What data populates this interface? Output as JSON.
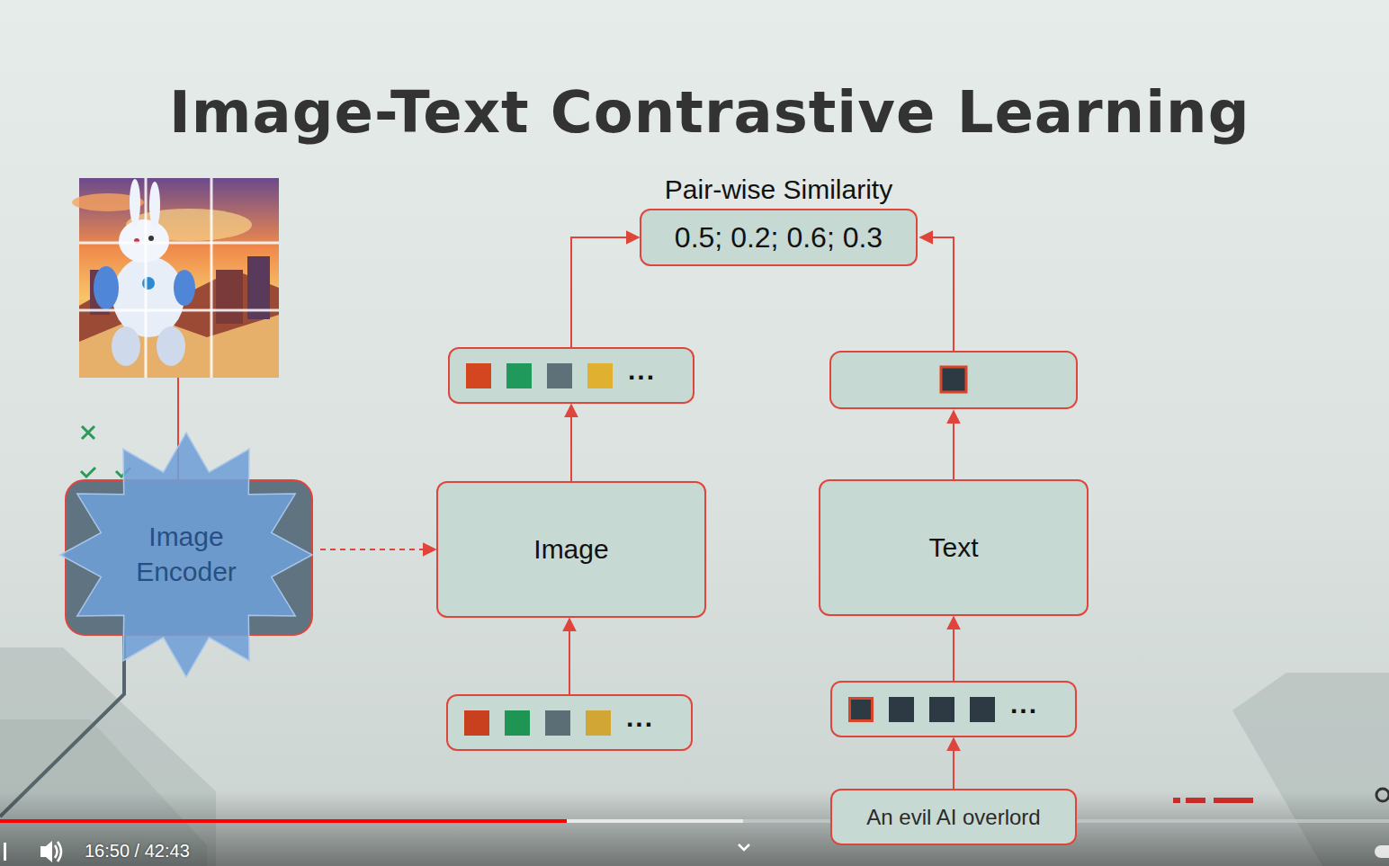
{
  "diagram": {
    "title": "Image-Text Contrastive Learning",
    "nodes": [
      {
        "text": [
          "Pair-wise Similarity",
          "0.5; 0.2; 0.6; 0.3"
        ]
      },
      {
        "text": [
          "..."
        ]
      },
      {
        "text": [
          "Image Encoder"
        ]
      },
      {
        "text": [
          "Image"
        ]
      },
      {
        "text": [
          "Text"
        ]
      },
      {
        "text": [
          "..."
        ]
      },
      {
        "text": [
          "..."
        ]
      },
      {
        "text": [
          "An evil AI overlord"
        ]
      }
    ],
    "edges": [
      {
        "from": 2,
        "to": 3,
        "arrow": "to"
      },
      {
        "from": 5,
        "to": 3,
        "arrow": "to"
      },
      {
        "from": 3,
        "to": 1,
        "arrow": "to"
      },
      {
        "from": 1,
        "to": 0,
        "arrow": "to"
      },
      {
        "from": 7,
        "to": 6,
        "arrow": "to"
      },
      {
        "from": 6,
        "to": 4,
        "arrow": "to"
      }
    ],
    "labels": [
      "16:50 / 42:43"
    ]
  }
}
